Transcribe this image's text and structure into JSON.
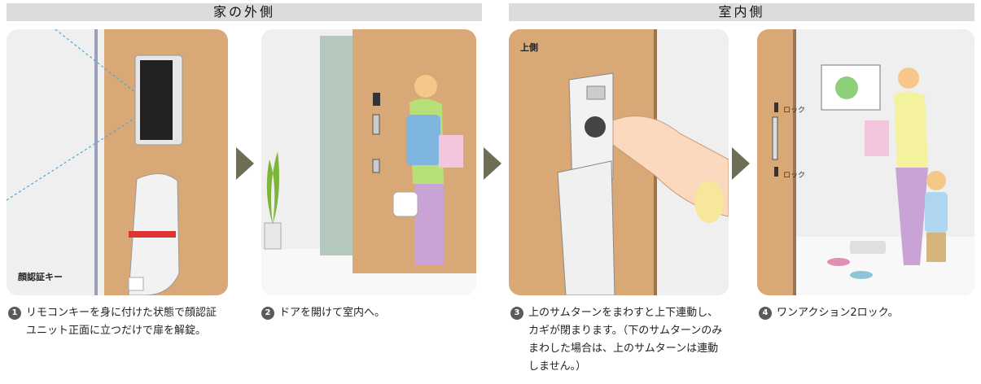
{
  "headers": {
    "outside": "家の外側",
    "inside": "室内側"
  },
  "panels": {
    "p1_label": "顔認証キー",
    "p3_label": "上側",
    "lock_top": "ロック",
    "lock_bottom": "ロック"
  },
  "steps": [
    {
      "number": "1",
      "text": "リモコンキーを身に付けた状態で顔認証ユニット正面に立つだけで扉を解錠。"
    },
    {
      "number": "2",
      "text": "ドアを開けて室内へ。"
    },
    {
      "number": "3",
      "text": "上のサムターンをまわすと上下連動し、カギが閉まります。（下のサムターンのみまわした場合は、上のサムターンは連動しません。）"
    },
    {
      "number": "4",
      "text": "ワンアクション2ロック。"
    }
  ],
  "colors": {
    "header_bg": "#dcdcdc",
    "wood": "#d9a877",
    "arrow": "#6e6e56",
    "panel_bg": "#eeeeee"
  }
}
